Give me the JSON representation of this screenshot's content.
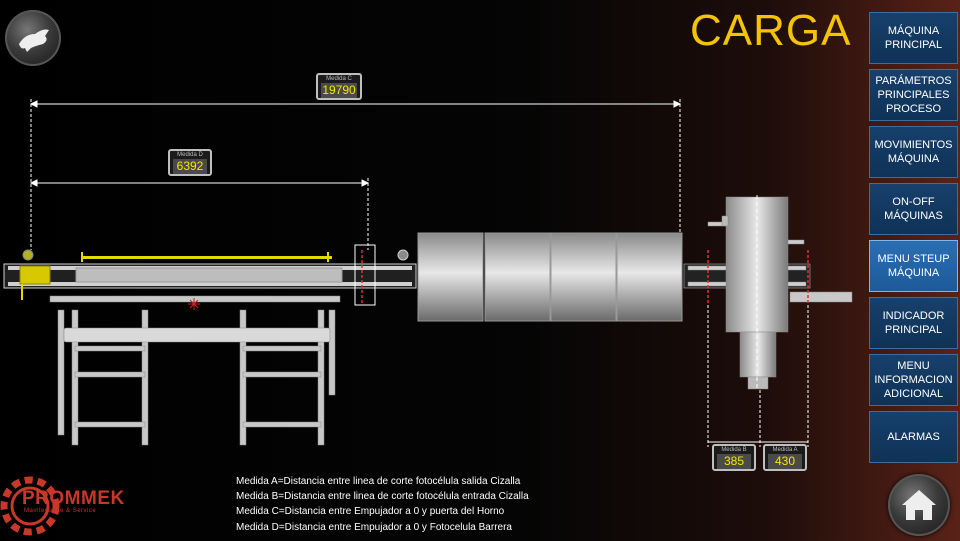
{
  "title": "CARGA",
  "nav": [
    {
      "label": "MÁQUINA\nPRINCIPAL",
      "active": false
    },
    {
      "label": "PARÁMETROS\nPRINCIPALES\nPROCESO",
      "active": false
    },
    {
      "label": "MOVIMIENTOS\nMÁQUINA",
      "active": false
    },
    {
      "label": "ON-OFF\nMÁQUINAS",
      "active": false
    },
    {
      "label": "MENU STEUP\nMÁQUINA",
      "active": true
    },
    {
      "label": "INDICADOR\nPRINCIPAL",
      "active": false
    },
    {
      "label": "MENU\nINFORMACION\nADICIONAL",
      "active": false
    },
    {
      "label": "ALARMAS",
      "active": false
    }
  ],
  "measures": {
    "c": {
      "label": "Medida C",
      "value": "19790"
    },
    "d": {
      "label": "Medida D",
      "value": "6392"
    },
    "b": {
      "label": "Medida B",
      "value": "385"
    },
    "a": {
      "label": "Medida A",
      "value": "430"
    }
  },
  "notes": [
    "Medida A=Distancia entre linea de corte fotocélula salida Cizalla",
    "Medida B=Distancia entre linea de corte fotocélula entrada Cizalla",
    "Medida C=Distancia entre Empujador a 0 y puerta del Horno",
    "Medida D=Distancia entre Empujador a 0 y Fotocelula Barrera"
  ],
  "logo": {
    "name": "PROMMEK",
    "tagline": "Maintenance & Service"
  },
  "icons": {
    "top_left": "animal-logo-icon",
    "home": "home-icon"
  },
  "colors": {
    "title": "#f5c400",
    "nav": "#17406c",
    "nav_active": "#2a6fb3",
    "value": "#f5e600"
  }
}
